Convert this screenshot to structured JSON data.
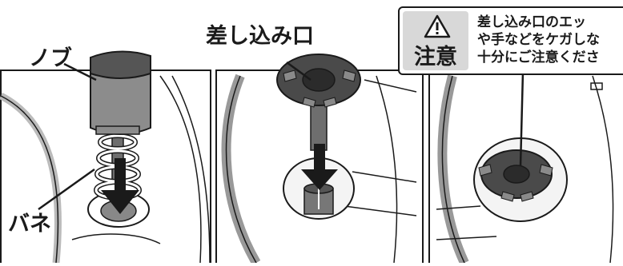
{
  "labels": {
    "knob": "ノブ",
    "spring": "バネ",
    "insertion_port": "差し込み口"
  },
  "caution": {
    "title": "注意",
    "icon": "warning-triangle-icon",
    "lines": [
      "差し込み口のエッ",
      "や手などをケガしな",
      "十分にご注意くださ"
    ]
  },
  "colors": {
    "line": "#1a1a1a",
    "knob_fill": "#8c8c8c",
    "part_dark": "#3a3a3a",
    "caution_panel": "#d8d8d8"
  }
}
